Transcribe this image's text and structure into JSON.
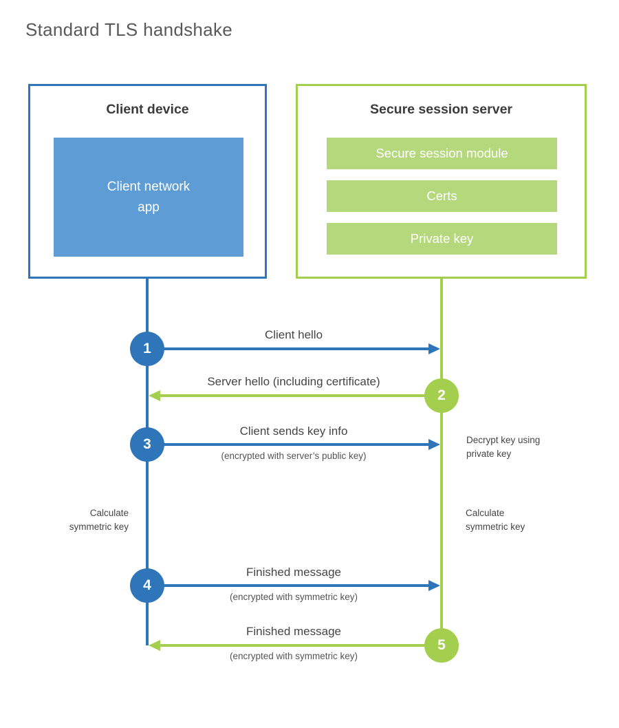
{
  "title": "Standard TLS handshake",
  "client": {
    "title": "Client device",
    "app": "Client network\napp"
  },
  "server": {
    "title": "Secure session server",
    "modules": [
      "Secure session module",
      "Certs",
      "Private key"
    ]
  },
  "steps": [
    {
      "num": "1",
      "label": "Client hello",
      "sub": "",
      "direction": "client-to-server"
    },
    {
      "num": "2",
      "label": "Server hello (including certificate)",
      "sub": "",
      "direction": "server-to-client"
    },
    {
      "num": "3",
      "label": "Client sends key info",
      "sub": "(encrypted with server’s public key)",
      "direction": "client-to-server"
    },
    {
      "num": "4",
      "label": "Finished message",
      "sub": "(encrypted with symmetric key)",
      "direction": "client-to-server"
    },
    {
      "num": "5",
      "label": "Finished message",
      "sub": "(encrypted with symmetric key)",
      "direction": "server-to-client"
    }
  ],
  "annotations": {
    "decrypt_note": "Decrypt key using\nprivate key",
    "calc_left": "Calculate\nsymmetric key",
    "calc_right": "Calculate\nsymmetric key"
  },
  "colors": {
    "blue": "#2E76B9",
    "blue_light": "#5D9CD5",
    "green": "#A4CE4E",
    "green_light": "#B5D87C",
    "title_gray": "#595959",
    "text_dark": "#3B3B3B",
    "label_gray": "#454545"
  }
}
